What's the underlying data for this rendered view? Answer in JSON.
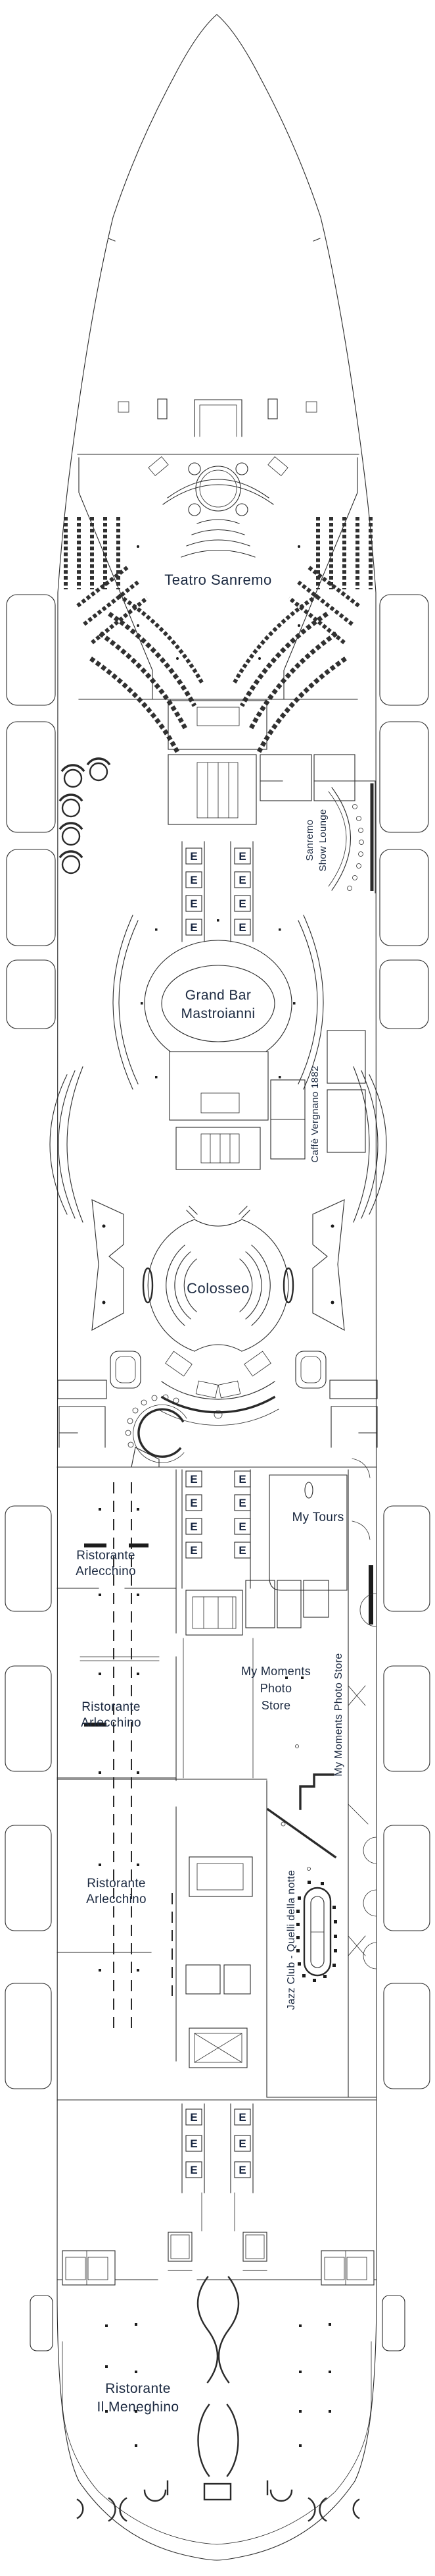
{
  "page": {
    "background": "#ffffff"
  },
  "colors": {
    "ink": "#2a2a2a",
    "label_text": "#1b2940"
  },
  "venues": {
    "teatro_sanremo": {
      "name": "Teatro Sanremo"
    },
    "sanremo_show_lounge": {
      "line1": "Sanremo",
      "line2": "Show Lounge"
    },
    "grand_bar_mastroianni": {
      "line1": "Grand Bar",
      "line2": "Mastroianni"
    },
    "caffe_vergnano_1882": {
      "name": "Caffè Vergnano 1882"
    },
    "colosseo": {
      "name": "Colosseo"
    },
    "my_tours": {
      "name": "My Tours"
    },
    "ristorante_arlecchino": {
      "line1": "Ristorante",
      "line2": "Arlecchino"
    },
    "my_moments_photo_store_stacked": {
      "line1": "My Moments",
      "line2": "Photo",
      "line3": "Store"
    },
    "my_moments_photo_store": {
      "name": "My Moments Photo Store"
    },
    "jazz_club_quelli_della_notte": {
      "name": "Jazz Club - Quelli della notte"
    },
    "ristorante_il_meneghino": {
      "line1": "Ristorante",
      "line2": "Il Meneghino"
    }
  },
  "elevators": {
    "label": "E",
    "banks": [
      {
        "name": "forward",
        "count": 8
      },
      {
        "name": "midship",
        "count": 8
      },
      {
        "name": "aft",
        "count": 6
      }
    ]
  }
}
